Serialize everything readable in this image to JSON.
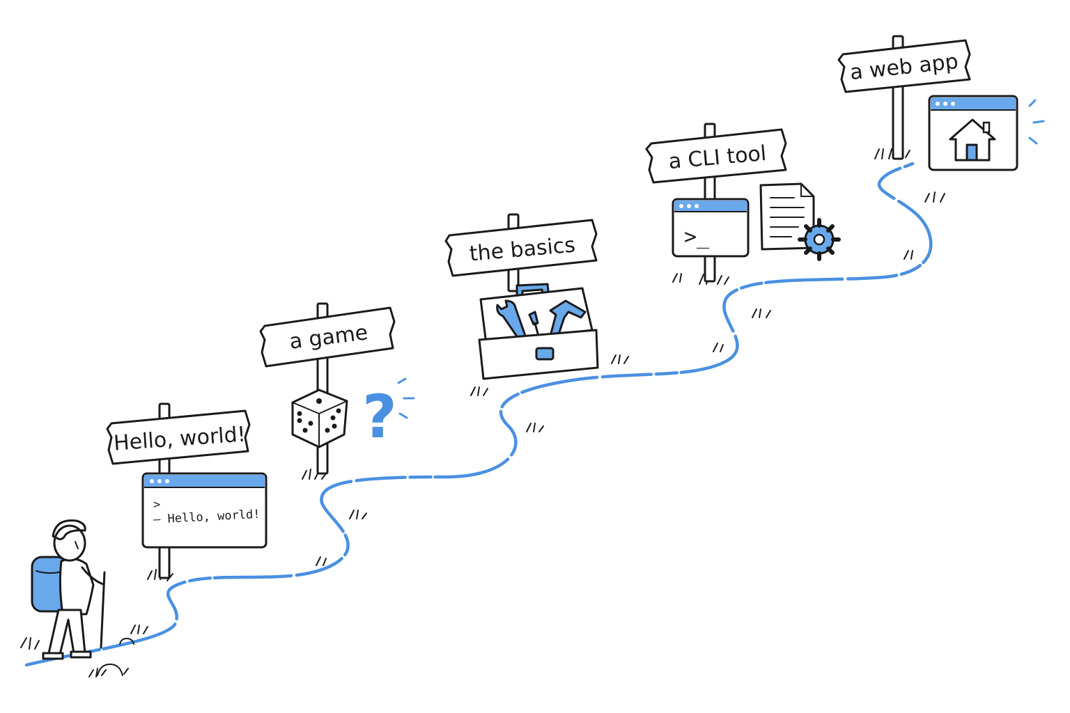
{
  "colors": {
    "accent": "#4a90e2",
    "ink": "#1a1a1a",
    "panel_blue": "#6aa8ec"
  },
  "milestones": [
    {
      "label": "Hello, world!",
      "icon": "terminal-window-icon"
    },
    {
      "label": "a game",
      "icon": "dice-icon"
    },
    {
      "label": "the basics",
      "icon": "toolbox-icon"
    },
    {
      "label": "a CLI tool",
      "icon": "cli-config-icon"
    },
    {
      "label": "a web app",
      "icon": "browser-home-icon"
    }
  ],
  "terminal": {
    "prompt": ">",
    "output": "– Hello, world!"
  },
  "cli_prompt": ">_",
  "game_mark": "?"
}
